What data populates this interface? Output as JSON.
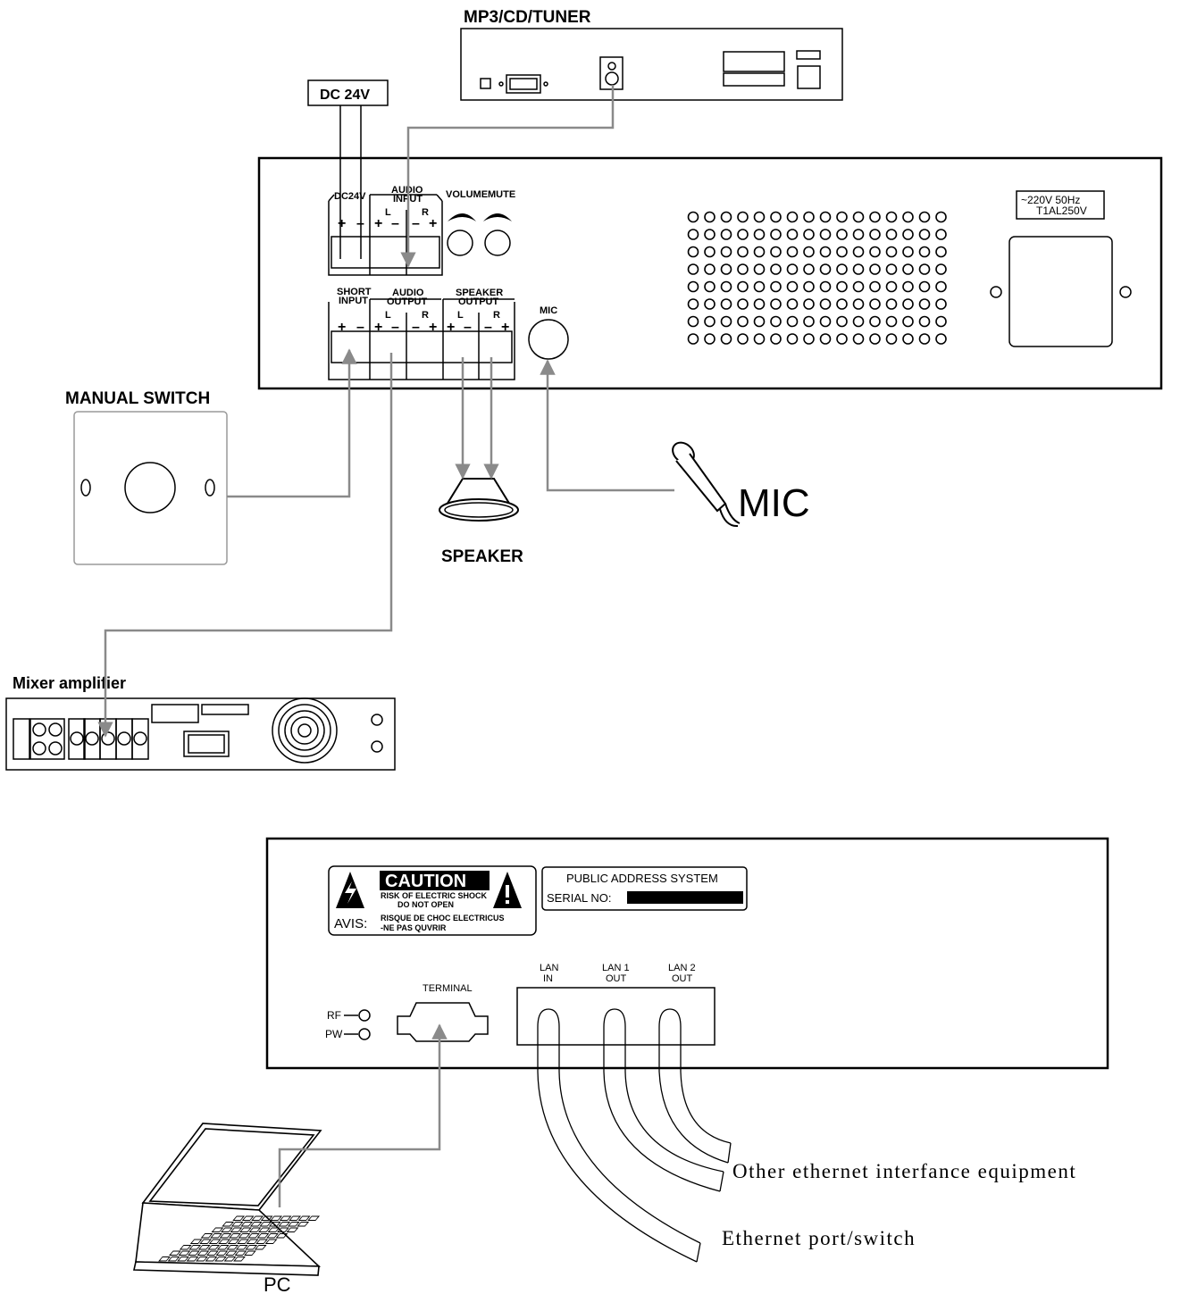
{
  "labels": {
    "mp3_cd_tuner": "MP3/CD/TUNER",
    "dc_supply": "DC 24V",
    "manual_switch": "MANUAL SWITCH",
    "speaker": "SPEAKER",
    "mic_big": "MIC",
    "mixer_amplifier": "Mixer amplifier",
    "pc": "PC",
    "other_equipment": "Other ethernet interfance equipment",
    "ethernet_switch": "Ethernet port/switch"
  },
  "main_unit": {
    "dc24v": "DC24V",
    "audio_input": [
      "AUDIO",
      "INPUT"
    ],
    "volume": "VOLUME",
    "mute": "MUTE",
    "short_input": [
      "SHORT",
      "INPUT"
    ],
    "audio_output": [
      "AUDIO",
      "OUTPUT"
    ],
    "speaker_output": [
      "SPEAKER",
      "OUTPUT"
    ],
    "mic": "MIC",
    "left": "L",
    "right": "R",
    "plus": "+",
    "minus": "–",
    "power_rating": [
      "~220V  50Hz",
      "T1AL250V"
    ]
  },
  "rear_unit": {
    "caution": "CAUTION",
    "warning_en": [
      "RISK OF ELECTRIC SHOCK",
      "DO NOT OPEN"
    ],
    "avis": "AVIS:",
    "warning_fr": [
      "RISQUE DE CHOC ELECTRICUS",
      "-NE PAS QUVRIR"
    ],
    "pa_system": "PUBLIC ADDRESS SYSTEM",
    "serial_no": "SERIAL  NO:",
    "terminal": "TERMINAL",
    "rf": "RF",
    "pw": "PW",
    "lan_in": [
      "LAN",
      "IN"
    ],
    "lan1_out": [
      "LAN 1",
      "OUT"
    ],
    "lan2_out": [
      "LAN 2",
      "OUT"
    ]
  }
}
